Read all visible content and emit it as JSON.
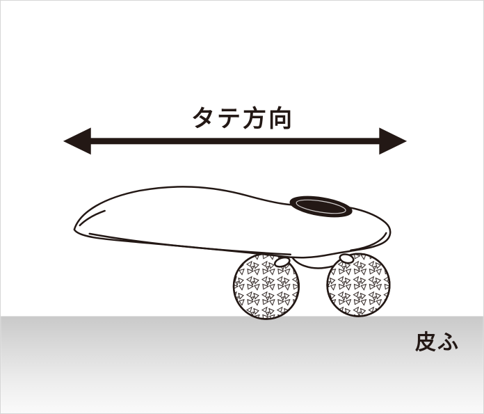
{
  "diagram": {
    "title": "roller-direction-diagram",
    "direction_label": "タテ方向",
    "surface_label": "皮ふ",
    "icons": {
      "direction_arrow": "double-headed-horizontal-arrow"
    },
    "illustration": "facial-roller-device-with-two-textured-balls-on-skin-surface"
  },
  "colors": {
    "line": "#231815",
    "background": "#ffffff",
    "surface_gradient_top": "#c9c9c9",
    "surface_gradient_bottom": "#fafafa"
  }
}
